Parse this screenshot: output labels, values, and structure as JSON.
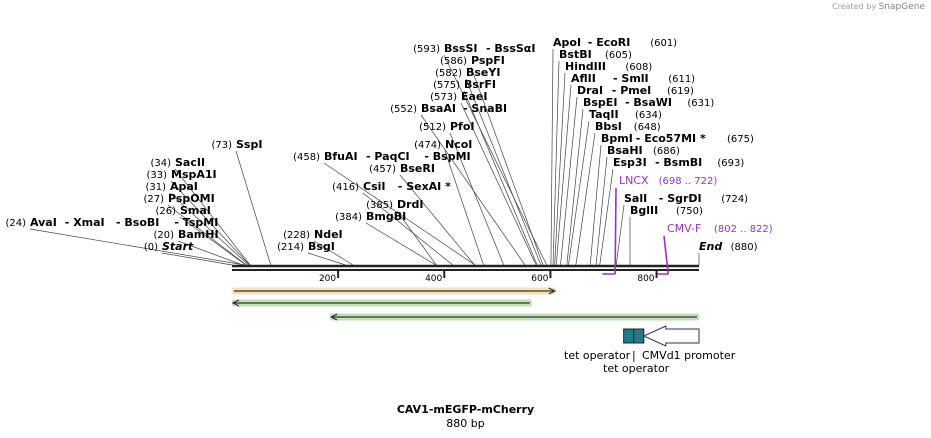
{
  "brand": {
    "prefix": "Created by",
    "name": "SnapGene"
  },
  "map": {
    "title": "CAV1-mEGFP-mCherry",
    "length_label": "880 bp",
    "length": 880,
    "ticks": [
      "200",
      "400",
      "600",
      "800"
    ],
    "tick_values": [
      200,
      400,
      600,
      800
    ]
  },
  "sites": [
    {
      "pos": "(0)",
      "name": "Start",
      "italic": true,
      "bp": 0
    },
    {
      "pos": "(20)",
      "name": "BamHI",
      "bp": 20
    },
    {
      "pos": "(24)",
      "name": "AvaI",
      "extra": [
        "XmaI",
        "BsoBI",
        "TspMI"
      ],
      "bp": 24
    },
    {
      "pos": "(26)",
      "name": "SmaI",
      "bp": 26
    },
    {
      "pos": "(27)",
      "name": "PspOMI",
      "bp": 27
    },
    {
      "pos": "(31)",
      "name": "ApaI",
      "bp": 31
    },
    {
      "pos": "(33)",
      "name": "MspA1I",
      "bp": 33
    },
    {
      "pos": "(34)",
      "name": "SacII",
      "bp": 34
    },
    {
      "pos": "(73)",
      "name": "SspI",
      "bp": 73
    },
    {
      "pos": "(214)",
      "name": "BsgI",
      "bp": 214
    },
    {
      "pos": "(228)",
      "name": "NdeI",
      "bp": 228
    },
    {
      "pos": "(384)",
      "name": "BmgBI",
      "bp": 384
    },
    {
      "pos": "(385)",
      "name": "DrdI",
      "bp": 385
    },
    {
      "pos": "(416)",
      "name": "CsiI",
      "extra": [
        "SexAI *"
      ],
      "bp": 416
    },
    {
      "pos": "(457)",
      "name": "BseRI",
      "bp": 457
    },
    {
      "pos": "(458)",
      "name": "BfuAI",
      "extra": [
        "PaqCI",
        "BspMI"
      ],
      "bp": 458
    },
    {
      "pos": "(474)",
      "name": "NcoI",
      "bp": 474
    },
    {
      "pos": "(512)",
      "name": "PfoI",
      "bp": 512
    },
    {
      "pos": "(552)",
      "name": "BsaAI",
      "extra": [
        "SnaBI"
      ],
      "bp": 552
    },
    {
      "pos": "(573)",
      "name": "EaeI",
      "bp": 573
    },
    {
      "pos": "(575)",
      "name": "BsrFI",
      "bp": 575
    },
    {
      "pos": "(582)",
      "name": "BseYI",
      "bp": 582
    },
    {
      "pos": "(586)",
      "name": "PspFI",
      "bp": 586
    },
    {
      "pos": "(593)",
      "name": "BssSI",
      "extra": [
        "BssSαI"
      ],
      "bp": 593
    },
    {
      "pos": "(601)",
      "name": "ApoI",
      "extra": [
        "EcoRI"
      ],
      "pos_right": true,
      "bp": 601
    },
    {
      "pos": "(605)",
      "name": "BstBI",
      "pos_right": true,
      "bp": 605
    },
    {
      "pos": "(608)",
      "name": "HindIII",
      "pos_right": true,
      "bp": 608
    },
    {
      "pos": "(611)",
      "name": "AflII",
      "extra": [
        "SmlI"
      ],
      "pos_right": true,
      "bp": 611
    },
    {
      "pos": "(619)",
      "name": "DraI",
      "extra": [
        "PmeI"
      ],
      "pos_right": true,
      "bp": 619
    },
    {
      "pos": "(631)",
      "name": "BspEI",
      "extra": [
        "BsaWI"
      ],
      "pos_right": true,
      "bp": 631
    },
    {
      "pos": "(634)",
      "name": "TaqII",
      "pos_right": true,
      "bp": 634
    },
    {
      "pos": "(648)",
      "name": "BbsI",
      "pos_right": true,
      "bp": 648
    },
    {
      "pos": "(675)",
      "name": "BpmI",
      "extra": [
        "Eco57MI *"
      ],
      "pos_right": true,
      "bp": 675
    },
    {
      "pos": "(686)",
      "name": "BsaHI",
      "pos_right": true,
      "bp": 686
    },
    {
      "pos": "(693)",
      "name": "Esp3I",
      "extra": [
        "BsmBI"
      ],
      "pos_right": true,
      "bp": 693
    },
    {
      "pos": "(724)",
      "name": "SalI",
      "extra": [
        "SgrDI"
      ],
      "pos_right": true,
      "bp": 724
    },
    {
      "pos": "(750)",
      "name": "BglII",
      "pos_right": true,
      "bp": 750
    },
    {
      "pos": "(880)",
      "name": "End",
      "italic": true,
      "pos_right": true,
      "bp": 880
    }
  ],
  "primers": [
    {
      "name": "LNCX",
      "range": "(698 .. 722)",
      "start": 698,
      "end": 722
    },
    {
      "name": "CMV-F",
      "range": "(802 .. 822)",
      "start": 802,
      "end": 822
    }
  ],
  "features": [
    {
      "label": "tet operator",
      "start": 738,
      "end": 757,
      "color": "#1f7a8c"
    },
    {
      "label": "tet operator",
      "start": 757,
      "end": 776,
      "color": "#1f7a8c"
    },
    {
      "label": "CMVd1 promoter",
      "start": 776,
      "end": 880,
      "color": "#ffffff"
    }
  ],
  "feature_caption": {
    "upper_left": "tet operator",
    "separator": "|",
    "upper_right": "CMVd1 promoter",
    "lower": "tet operator"
  },
  "orfs": [
    {
      "start": 0,
      "end": 610,
      "direction": "forward",
      "color": "#f0a030"
    },
    {
      "start": 0,
      "end": 565,
      "direction": "reverse",
      "color": "#4ca82c"
    },
    {
      "start": 185,
      "end": 880,
      "direction": "reverse",
      "color": "#4ca82c"
    }
  ],
  "colors": {
    "primer": "#9b30c8",
    "site_line": "#444444",
    "backbone": "#222222"
  }
}
